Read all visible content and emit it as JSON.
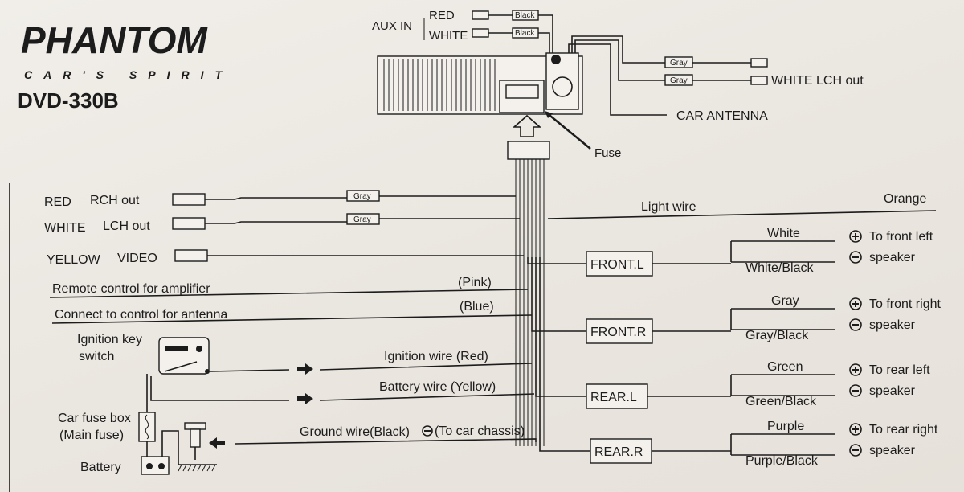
{
  "brand": {
    "logo": "PHANTOM",
    "tagline": "CAR'S SPIRIT",
    "model": "DVD-330B"
  },
  "head_unit": {
    "aux_in": "AUX IN",
    "aux_red": "RED",
    "aux_white": "WHITE",
    "aux_tag": "Black",
    "rear_tag": "Gray",
    "rear_out_label": "WHITE LCH out",
    "antenna": "CAR ANTENNA",
    "fuse": "Fuse"
  },
  "left_outputs": [
    {
      "color": "RED",
      "label": "RCH out",
      "tag": "Gray"
    },
    {
      "color": "WHITE",
      "label": "LCH out",
      "tag": "Gray"
    },
    {
      "color": "YELLOW",
      "label": "VIDEO"
    }
  ],
  "control_wires": [
    {
      "label": "Remote control for amplifier",
      "color": "(Pink)"
    },
    {
      "label": "Connect to control for antenna",
      "color": "(Blue)"
    }
  ],
  "power": {
    "ignition_switch": [
      "Ignition key",
      "switch"
    ],
    "ignition_wire": "Ignition wire  (Red)",
    "battery_wire": "Battery wire  (Yellow)",
    "ground_wire": "Ground wire(Black)",
    "ground_note": "(To car chassis)",
    "fuse_box": [
      "Car fuse box",
      "(Main fuse)"
    ],
    "battery": "Battery"
  },
  "light": {
    "label": "Light wire",
    "color": "Orange"
  },
  "speakers": [
    {
      "box": "FRONT.L",
      "pos": "White",
      "neg": "White/Black",
      "dest1": "To front left",
      "dest2": "speaker"
    },
    {
      "box": "FRONT.R",
      "pos": "Gray",
      "neg": "Gray/Black",
      "dest1": "To front right",
      "dest2": "speaker"
    },
    {
      "box": "REAR.L",
      "pos": "Green",
      "neg": "Green/Black",
      "dest1": "To rear left",
      "dest2": "speaker"
    },
    {
      "box": "REAR.R",
      "pos": "Purple",
      "neg": "Purple/Black",
      "dest1": "To rear right",
      "dest2": "speaker"
    }
  ]
}
